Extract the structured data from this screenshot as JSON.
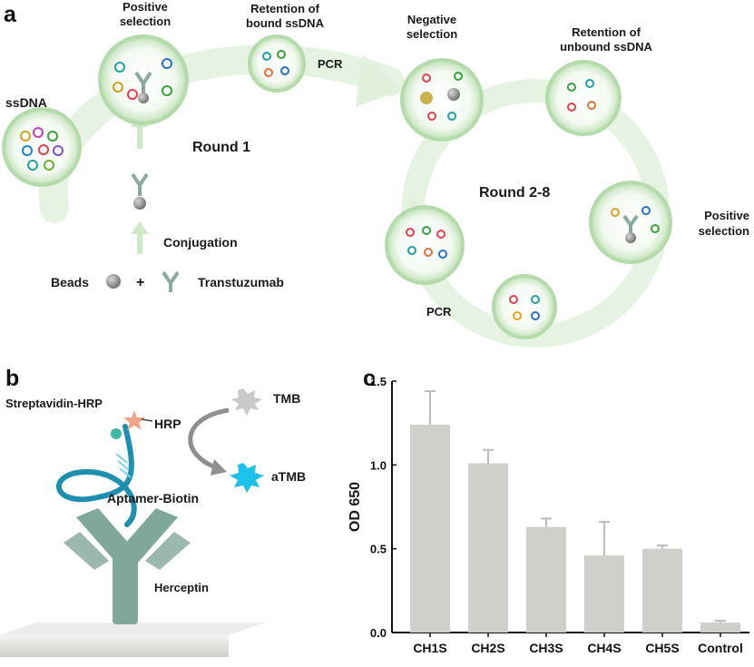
{
  "panel_a": {
    "letter": "a",
    "ssdna": "ssDNA",
    "positive_selection": [
      "Positive",
      "selection"
    ],
    "retention_bound": [
      "Retention of",
      "bound ssDNA"
    ],
    "pcr_top": "PCR",
    "round1": "Round 1",
    "conjugation": "Conjugation",
    "beads": "Beads",
    "plus": "+",
    "transtuzumab": "Transtuzumab",
    "negative_selection": [
      "Negative",
      "selection"
    ],
    "retention_unbound": [
      "Retention of",
      "unbound ssDNA"
    ],
    "round2_8": "Round 2-8",
    "positive_selection_2": [
      "Positive",
      "selection"
    ],
    "pcr_bottom": "PCR"
  },
  "panel_b": {
    "letter": "b",
    "streptavidin_hrp": "Streptavidin-HRP",
    "hrp": "HRP",
    "tmb": "TMB",
    "atmb": "aTMB",
    "aptamer_biotin": "Aptamer-Biotin",
    "herceptin": "Herceptin"
  },
  "panel_c": {
    "letter": "c"
  },
  "colors": {
    "circle_ring": "#a9d6a9",
    "arrow_green": "#d8ecd4",
    "bar_gray": "#cfcfcb",
    "antibody": "#7fa899",
    "aptamer_blue": "#1f8fb0",
    "atmb_cyan": "#1ec2e8"
  },
  "chart_data": {
    "type": "bar",
    "categories": [
      "CH1S",
      "CH2S",
      "CH3S",
      "CH4S",
      "CH5S",
      "Control"
    ],
    "values": [
      1.24,
      1.01,
      0.63,
      0.46,
      0.5,
      0.06
    ],
    "errors": [
      0.2,
      0.08,
      0.05,
      0.2,
      0.02,
      0.01
    ],
    "ylabel": "OD 650",
    "ylim": [
      0.0,
      1.5
    ],
    "yticks": [
      "0.0",
      "0.5",
      "1.0",
      "1.5"
    ],
    "ytick_values": [
      0.0,
      0.5,
      1.0,
      1.5
    ],
    "grid": false
  }
}
